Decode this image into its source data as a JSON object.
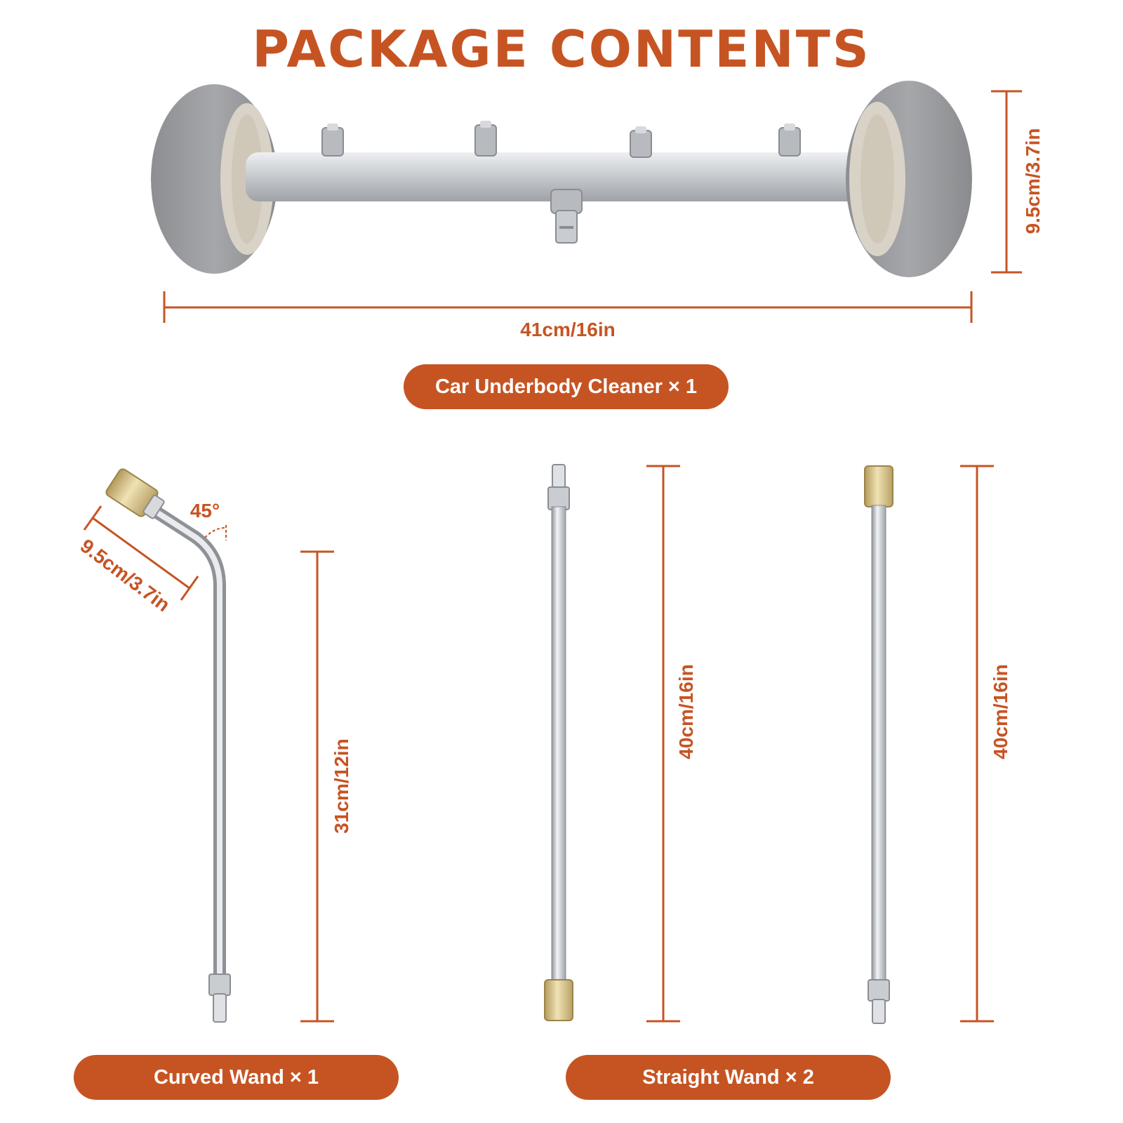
{
  "title": "PACKAGE CONTENTS",
  "colors": {
    "accent": "#c65423",
    "wheel": "#9b9b9d",
    "hub": "#d9d2c6",
    "steel": "#c9ccd0",
    "brass": "#d8c48e"
  },
  "underbody_cleaner": {
    "width_label": "41cm/16in",
    "height_label": "9.5cm/3.7in",
    "caption": "Car Underbody Cleaner × 1"
  },
  "curved_wand": {
    "angle_label": "45°",
    "bend_label": "9.5cm/3.7in",
    "length_label": "31cm/12in",
    "caption": "Curved Wand × 1"
  },
  "straight_wands": {
    "length_label_a": "40cm/16in",
    "length_label_b": "40cm/16in",
    "caption": "Straight Wand × 2"
  }
}
